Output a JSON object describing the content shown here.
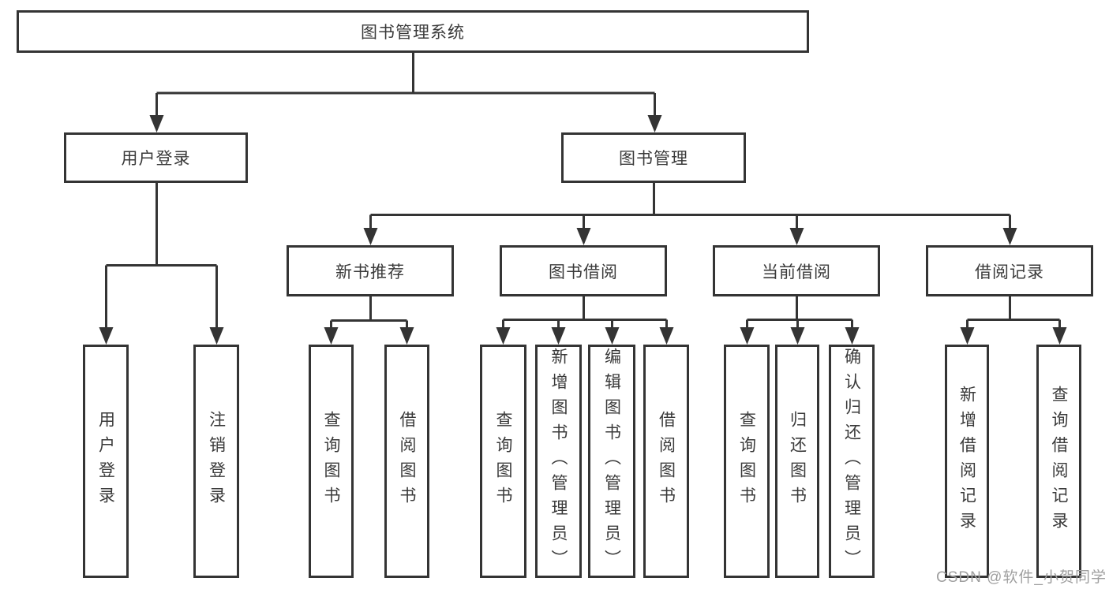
{
  "tree": {
    "root": {
      "label": "图书管理系统"
    },
    "level2": [
      {
        "label": "用户登录"
      },
      {
        "label": "图书管理"
      }
    ],
    "level3": [
      {
        "label": "新书推荐",
        "parent": "图书管理"
      },
      {
        "label": "图书借阅",
        "parent": "图书管理"
      },
      {
        "label": "当前借阅",
        "parent": "图书管理"
      },
      {
        "label": "借阅记录",
        "parent": "图书管理"
      }
    ],
    "leaves": [
      {
        "label": "用户登录",
        "parent": "用户登录"
      },
      {
        "label": "注销登录",
        "parent": "用户登录"
      },
      {
        "label": "查询图书",
        "parent": "新书推荐"
      },
      {
        "label": "借阅图书",
        "parent": "新书推荐"
      },
      {
        "label": "查询图书",
        "parent": "图书借阅"
      },
      {
        "label": "新增图书（管理员）",
        "parent": "图书借阅"
      },
      {
        "label": "编辑图书（管理员）",
        "parent": "图书借阅"
      },
      {
        "label": "借阅图书",
        "parent": "图书借阅"
      },
      {
        "label": "查询图书",
        "parent": "当前借阅"
      },
      {
        "label": "归还图书",
        "parent": "当前借阅"
      },
      {
        "label": "确认归还（管理员）",
        "parent": "当前借阅"
      },
      {
        "label": "新增借阅记录",
        "parent": "借阅记录"
      },
      {
        "label": "查询借阅记录",
        "parent": "借阅记录"
      }
    ]
  },
  "watermark": {
    "text": "CSDN @软件_小贺同学"
  },
  "colors": {
    "line": "#343434",
    "text": "#3a3a3a",
    "watermark": "#9f9f9f",
    "background": "#ffffff"
  }
}
